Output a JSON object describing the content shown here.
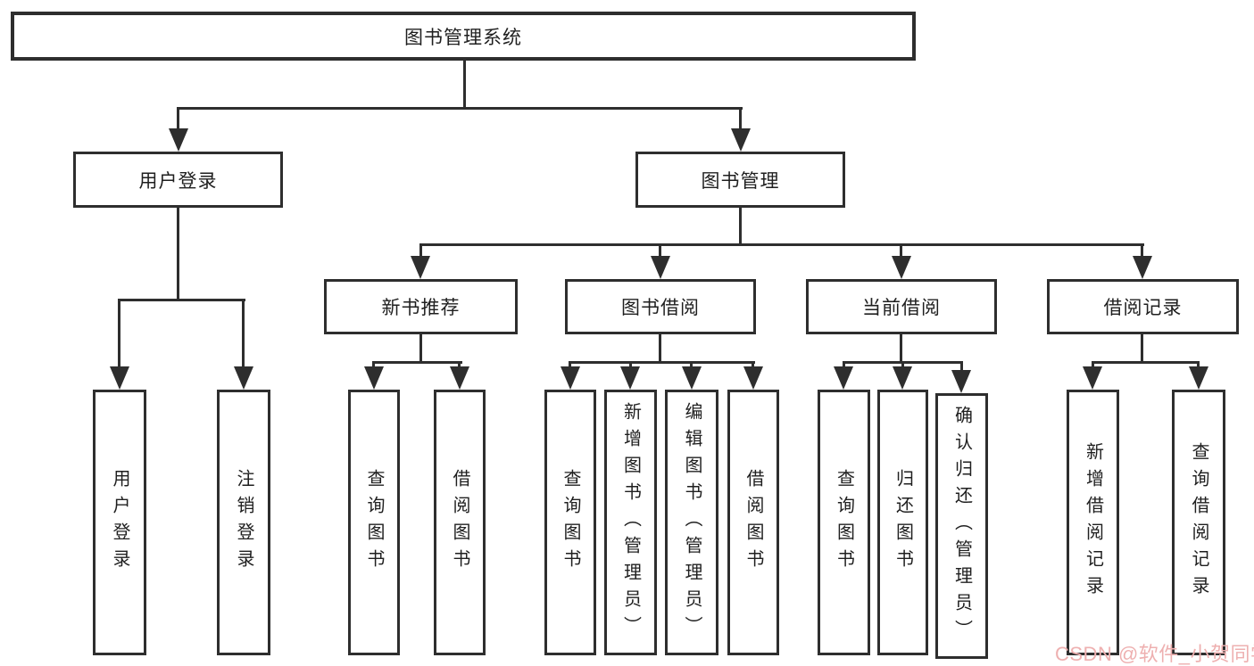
{
  "colors": {
    "background": "#ffffff",
    "line": "#2e2e2e",
    "box_border": "#2e2e2e",
    "text": "#1f1f1f",
    "watermark": "#eeb0b0"
  },
  "watermark": {
    "text": "CSDN @软件_小贺同学"
  },
  "tree": {
    "root": {
      "label": "图书管理系统"
    },
    "branches": [
      {
        "label": "用户登录",
        "children": [
          {
            "label": "用户登录"
          },
          {
            "label": "注销登录"
          }
        ]
      },
      {
        "label": "图书管理",
        "children": [
          {
            "label": "新书推荐",
            "children": [
              {
                "label": "查询图书"
              },
              {
                "label": "借阅图书"
              }
            ]
          },
          {
            "label": "图书借阅",
            "children": [
              {
                "label": "查询图书"
              },
              {
                "label": "新增图书（管理员）"
              },
              {
                "label": "编辑图书（管理员）"
              },
              {
                "label": "借阅图书"
              }
            ]
          },
          {
            "label": "当前借阅",
            "children": [
              {
                "label": "查询图书"
              },
              {
                "label": "归还图书"
              },
              {
                "label": "确认归还（管理员）"
              }
            ]
          },
          {
            "label": "借阅记录",
            "children": [
              {
                "label": "新增借阅记录"
              },
              {
                "label": "查询借阅记录"
              }
            ]
          }
        ]
      }
    ]
  }
}
